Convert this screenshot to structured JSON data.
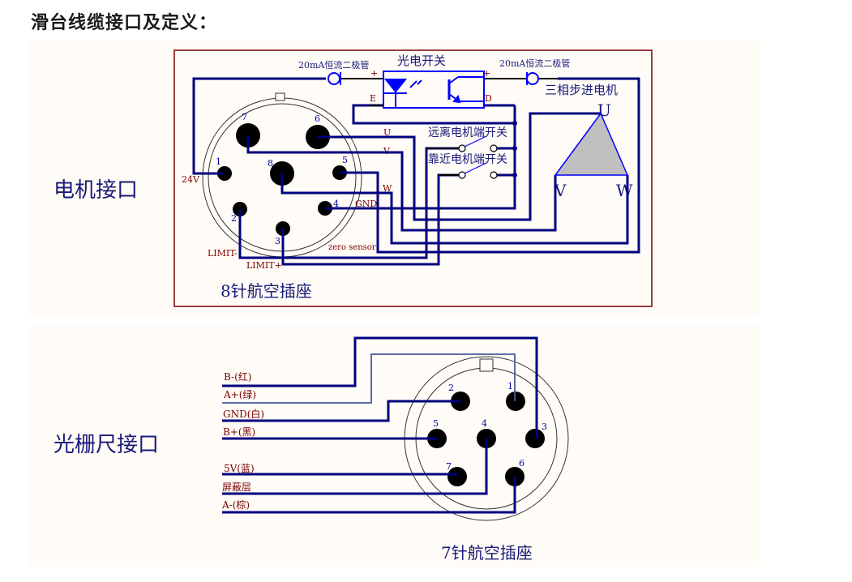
{
  "page": {
    "title": "滑台线缆接口及定义："
  },
  "motor_interface": {
    "section_label": "电机接口",
    "connector_caption": "8针航空插座",
    "photo_switch_label": "光电开关",
    "diode_left_label": "20mA恒流二极管",
    "diode_right_label": "20mA恒流二极管",
    "stepper_label": "三相步进电机",
    "switch_far_label": "远离电机端开关",
    "switch_near_label": "靠近电机端开关",
    "terminal_plus_left": "+",
    "terminal_plus_right": "+",
    "terminal_e": "E",
    "terminal_d": "D",
    "phase_u": "U",
    "phase_v": "V",
    "phase_w": "W",
    "wire_u": "U",
    "wire_v": "V",
    "wire_w": "W",
    "pins": [
      {
        "num": "1",
        "signal": "24V"
      },
      {
        "num": "2",
        "signal": "LIMIT-"
      },
      {
        "num": "3",
        "signal": "LIMIT+"
      },
      {
        "num": "4",
        "signal": "GND"
      },
      {
        "num": "5",
        "signal": "zero sensor"
      },
      {
        "num": "6",
        "signal": "U"
      },
      {
        "num": "7",
        "signal": "V"
      },
      {
        "num": "8",
        "signal": "W"
      }
    ]
  },
  "grating_interface": {
    "section_label": "光栅尺接口",
    "connector_caption": "7针航空插座",
    "wires": [
      {
        "label": "B-(红)",
        "pin": "3"
      },
      {
        "label": "A+(绿)",
        "pin": "1"
      },
      {
        "label": "GND(白)",
        "pin": "2"
      },
      {
        "label": "B+(黑)",
        "pin": "5"
      },
      {
        "label": "5V(蓝)",
        "pin": "7"
      },
      {
        "label": "屏蔽层",
        "pin": "4"
      },
      {
        "label": "A-(棕)",
        "pin": "6"
      }
    ],
    "pins": [
      "1",
      "2",
      "3",
      "4",
      "5",
      "6",
      "7"
    ]
  },
  "colors": {
    "wire": "#000080",
    "component": "#0000ff",
    "label_red": "#7a0000",
    "pin_number": "#0000a0",
    "frame": "#7a0000",
    "panel_bg": "#fffbf6",
    "motor_fill": "#c0c0c0"
  }
}
